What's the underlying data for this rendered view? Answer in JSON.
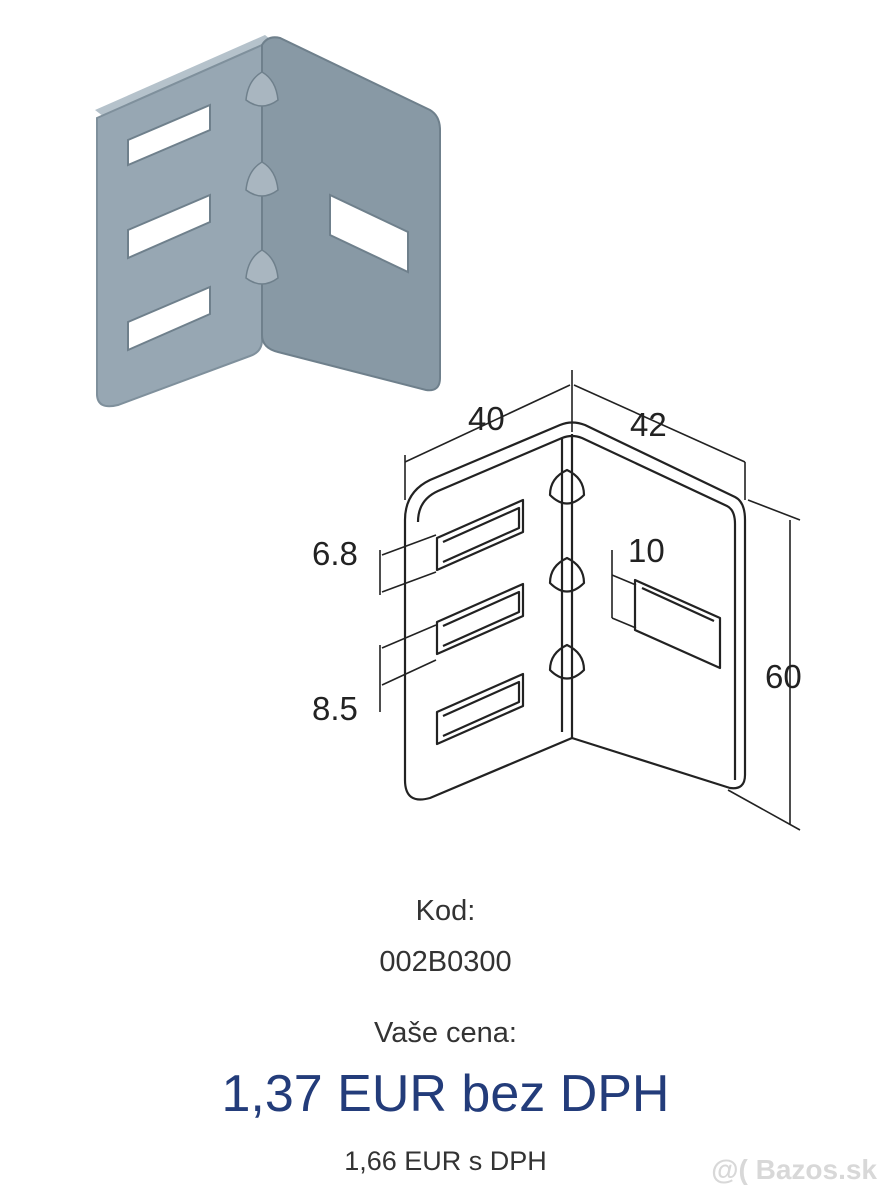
{
  "drawing": {
    "dim_width_left": "40",
    "dim_width_right": "42",
    "dim_slot_height": "6.8",
    "dim_slot_gap": "8.5",
    "dim_right_slot": "10",
    "dim_height": "60"
  },
  "product": {
    "code_label": "Kod:",
    "code_value": "002B0300",
    "price_label": "Vaše cena:",
    "price_net": "1,37 EUR bez DPH",
    "price_gross": "1,66 EUR s DPH"
  },
  "watermark": "@( Bazos.sk",
  "colors": {
    "part_face": "#97a7b3",
    "part_edge": "#6f808c",
    "part_face_right": "#8899a5",
    "price_accent": "#233c7a"
  }
}
